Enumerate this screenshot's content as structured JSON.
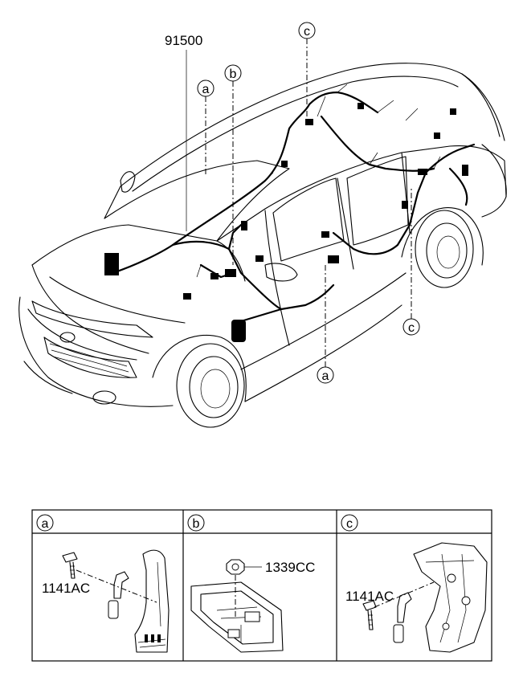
{
  "main_part_number": "91500",
  "callouts": {
    "a": "a",
    "b": "b",
    "c": "c"
  },
  "detail_table": {
    "headers": [
      "a",
      "b",
      "c"
    ],
    "panel_a_part": "1141AC",
    "panel_b_part": "1339CC",
    "panel_c_part": "1141AC"
  }
}
